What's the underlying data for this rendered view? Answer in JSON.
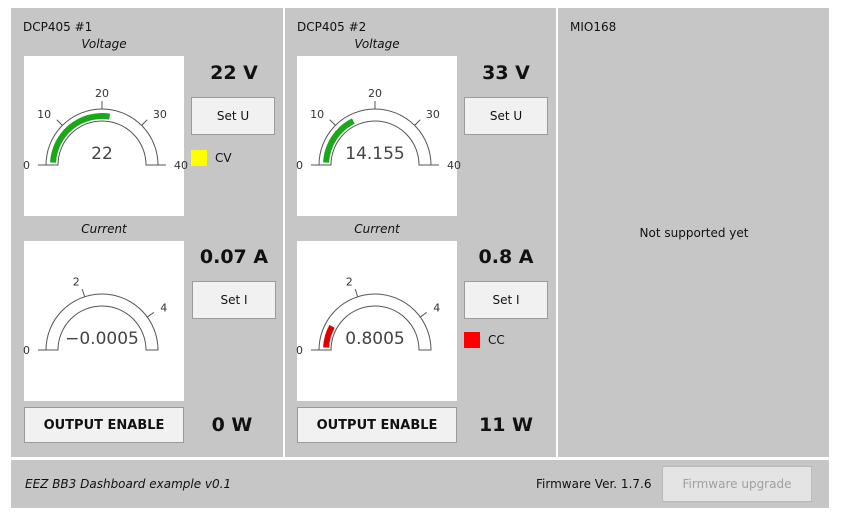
{
  "channels": [
    {
      "title": "DCP405 #1",
      "voltage": {
        "label": "Voltage",
        "reading": "22",
        "value": 22,
        "min": 0,
        "max": 40,
        "ticks": [
          "0",
          "10",
          "20",
          "30",
          "40"
        ],
        "bar_color": "#18a818",
        "set_value": "22 V",
        "button": "Set U"
      },
      "current": {
        "label": "Current",
        "reading": "−0.0005",
        "value": -0.0005,
        "min": 0,
        "max": 5,
        "ticks": [
          "0",
          "2",
          "4"
        ],
        "bar_color": "#e00000",
        "set_value": "0.07 A",
        "button": "Set I"
      },
      "mode": {
        "text": "CV",
        "color": "#ffff00",
        "position": "voltage"
      },
      "output_button": "OUTPUT ENABLE",
      "power": "0 W"
    },
    {
      "title": "DCP405 #2",
      "voltage": {
        "label": "Voltage",
        "reading": "14.155",
        "value": 14.155,
        "min": 0,
        "max": 40,
        "ticks": [
          "0",
          "10",
          "20",
          "30",
          "40"
        ],
        "bar_color": "#18a818",
        "set_value": "33 V",
        "button": "Set U"
      },
      "current": {
        "label": "Current",
        "reading": "0.8005",
        "value": 0.8005,
        "min": 0,
        "max": 5,
        "ticks": [
          "0",
          "2",
          "4"
        ],
        "bar_color": "#e00000",
        "set_value": "0.8 A",
        "button": "Set I"
      },
      "mode": {
        "text": "CC",
        "color": "#ff0000",
        "position": "current"
      },
      "output_button": "OUTPUT ENABLE",
      "power": "11 W"
    }
  ],
  "mio": {
    "title": "MIO168",
    "message": "Not supported yet"
  },
  "footer": {
    "app_title": "EEZ BB3 Dashboard example v0.1",
    "firmware_version": "Firmware Ver. 1.7.6",
    "upgrade_button": "Firmware upgrade"
  }
}
